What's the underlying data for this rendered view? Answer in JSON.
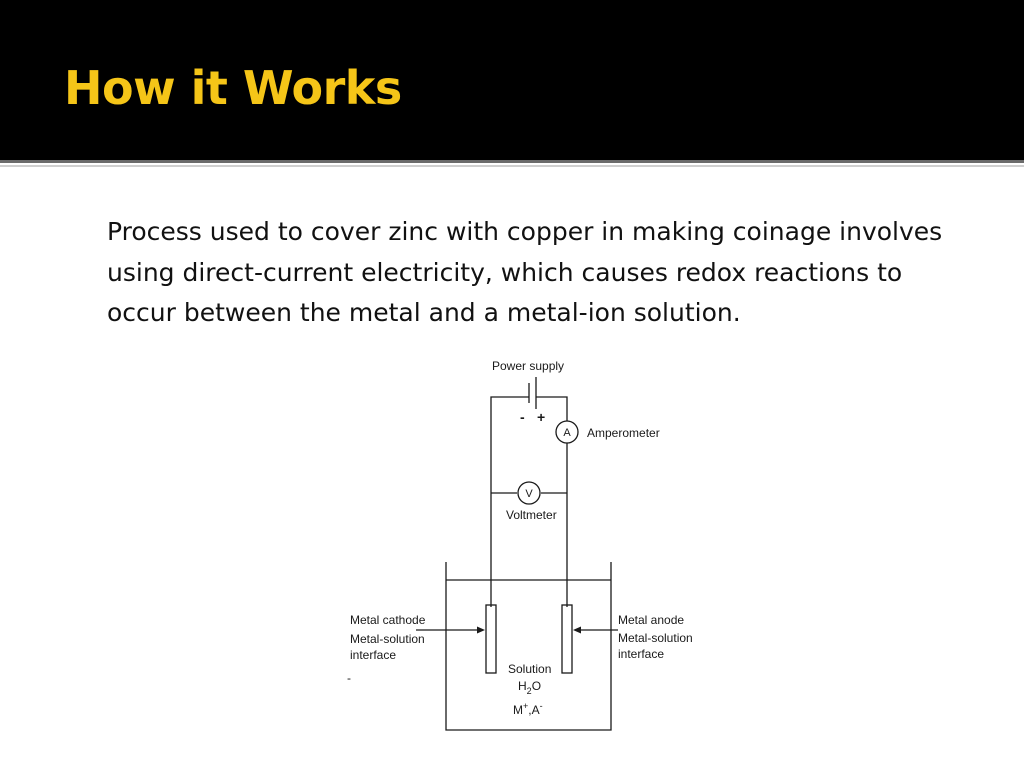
{
  "slide": {
    "title": "How it Works",
    "body": "Process used to cover zinc with copper in making coinage involves using direct-current electricity, which causes redox reactions to occur between the metal and a metal-ion solution."
  },
  "diagram": {
    "power_supply": "Power supply",
    "minus": "-",
    "plus": "+",
    "ammeter_symbol": "A",
    "amperometer": "Amperometer",
    "voltmeter_symbol": "V",
    "voltmeter": "Voltmeter",
    "cathode_label": "Metal cathode",
    "cathode_interface_1": "Metal-solution",
    "cathode_interface_2": "interface",
    "anode_label": "Metal anode",
    "anode_interface_1": "Metal-solution",
    "anode_interface_2": "interface",
    "solution": "Solution",
    "water_h": "H",
    "water_sub": "2",
    "water_o": "O",
    "ions_m": "M",
    "ions_plus": "+",
    "ions_a": ",A",
    "ions_minus": "-"
  },
  "colors": {
    "header_bg": "#000000",
    "title": "#f5c518",
    "text": "#111111"
  }
}
